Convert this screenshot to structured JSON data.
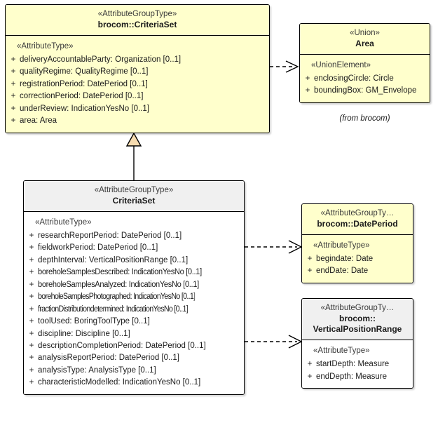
{
  "diagram": {
    "type": "uml-class-diagram",
    "background": "#ffffff",
    "fill_yellow": "#ffffcc",
    "fill_white": "#ffffff",
    "header_gray": "#f0f0f0",
    "line_color": "#000000",
    "generalization_fill": "#f7dcb0"
  },
  "classes": {
    "brocom_criteriaset": {
      "stereotype": "«AttributeGroupType»",
      "name": "brocom::CriteriaSet",
      "attr_stereotype": "«AttributeType»",
      "attributes": [
        {
          "visibility": "+",
          "text": "deliveryAccountableParty: Organization [0..1]"
        },
        {
          "visibility": "+",
          "text": "qualityRegime: QualityRegime [0..1]"
        },
        {
          "visibility": "+",
          "text": "registrationPeriod: DatePeriod [0..1]"
        },
        {
          "visibility": "+",
          "text": "correctionPeriod: DatePeriod [0..1]"
        },
        {
          "visibility": "+",
          "text": "underReview: IndicationYesNo [0..1]"
        },
        {
          "visibility": "+",
          "text": "area: Area"
        }
      ]
    },
    "area": {
      "stereotype": "«Union»",
      "name": "Area",
      "attr_stereotype": "«UnionElement»",
      "package_note": "(from brocom)",
      "attributes": [
        {
          "visibility": "+",
          "text": "enclosingCircle: Circle"
        },
        {
          "visibility": "+",
          "text": "boundingBox: GM_Envelope"
        }
      ]
    },
    "criteriaset": {
      "stereotype": "«AttributeGroupType»",
      "name": "CriteriaSet",
      "attr_stereotype": "«AttributeType»",
      "attributes": [
        {
          "visibility": "+",
          "text": "researchReportPeriod: DatePeriod [0..1]"
        },
        {
          "visibility": "+",
          "text": "fieldworkPeriod: DatePeriod [0..1]"
        },
        {
          "visibility": "+",
          "text": "depthInterval: VerticalPositionRange [0..1]"
        },
        {
          "visibility": "+",
          "text": "boreholeSamplesDescribed: IndicationYesNo [0..1]"
        },
        {
          "visibility": "+",
          "text": "boreholeSamplesAnalyzed: IndicationYesNo [0..1]"
        },
        {
          "visibility": "+",
          "text": "boreholeSamplesPhotographed: IndicationYesNo [0..1]"
        },
        {
          "visibility": "+",
          "text": "fractionDistributiondetermined: IndicationYesNo [0..1]"
        },
        {
          "visibility": "+",
          "text": "toolUsed: BoringToolType [0..1]"
        },
        {
          "visibility": "+",
          "text": "discipline: Discipline [0..1]"
        },
        {
          "visibility": "+",
          "text": "descriptionCompletionPeriod: DatePeriod [0..1]"
        },
        {
          "visibility": "+",
          "text": "analysisReportPeriod: DatePeriod [0..1]"
        },
        {
          "visibility": "+",
          "text": "analysisType: AnalysisType [0..1]"
        },
        {
          "visibility": "+",
          "text": "characteristicModelled: IndicationYesNo [0..1]"
        }
      ]
    },
    "dateperiod": {
      "stereotype": "«AttributeGroupTy…",
      "name": "brocom::DatePeriod",
      "attr_stereotype": "«AttributeType»",
      "attributes": [
        {
          "visibility": "+",
          "text": "begindate: Date"
        },
        {
          "visibility": "+",
          "text": "endDate: Date"
        }
      ]
    },
    "verticalpositionrange": {
      "stereotype": "«AttributeGroupTy…",
      "name_line1": "brocom::",
      "name_line2": "VerticalPositionRange",
      "attr_stereotype": "«AttributeType»",
      "attributes": [
        {
          "visibility": "+",
          "text": "startDepth: Measure"
        },
        {
          "visibility": "+",
          "text": "endDepth: Measure"
        }
      ]
    }
  },
  "connectors": [
    {
      "kind": "dependency",
      "from": "brocom_criteriaset",
      "to": "area"
    },
    {
      "kind": "generalization",
      "from": "criteriaset",
      "to": "brocom_criteriaset"
    },
    {
      "kind": "dependency",
      "from": "criteriaset",
      "to": "dateperiod"
    },
    {
      "kind": "dependency",
      "from": "criteriaset",
      "to": "verticalpositionrange"
    }
  ]
}
